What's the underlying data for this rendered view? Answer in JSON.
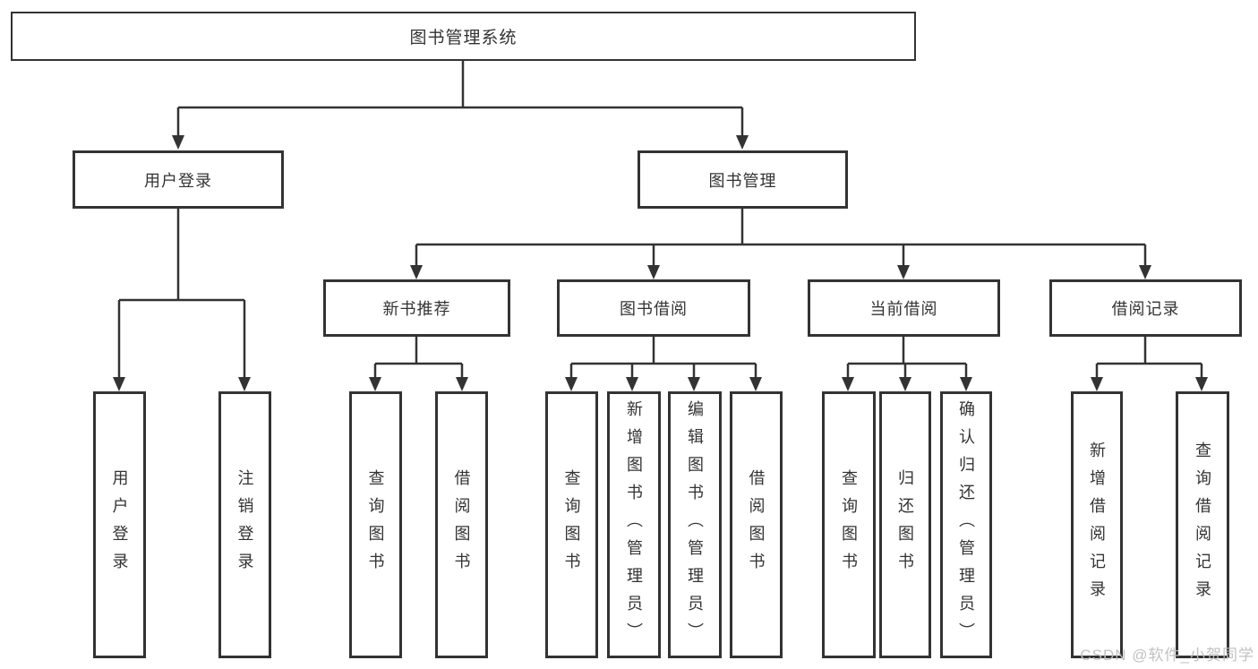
{
  "diagram": {
    "tree": {
      "root": {
        "label": "图书管理系统"
      },
      "children": [
        {
          "label": "用户登录",
          "children": [
            {
              "label": "用户登录"
            },
            {
              "label": "注销登录"
            }
          ]
        },
        {
          "label": "图书管理",
          "children": [
            {
              "label": "新书推荐",
              "children": [
                {
                  "label": "查询图书"
                },
                {
                  "label": "借阅图书"
                }
              ]
            },
            {
              "label": "图书借阅",
              "children": [
                {
                  "label": "查询图书"
                },
                {
                  "label": "新增图书（管理员）"
                },
                {
                  "label": "编辑图书（管理员）"
                },
                {
                  "label": "借阅图书"
                }
              ]
            },
            {
              "label": "当前借阅",
              "children": [
                {
                  "label": "查询图书"
                },
                {
                  "label": "归还图书"
                },
                {
                  "label": "确认归还（管理员）"
                }
              ]
            },
            {
              "label": "借阅记录",
              "children": [
                {
                  "label": "新增借阅记录"
                },
                {
                  "label": "查询借阅记录"
                }
              ]
            }
          ]
        }
      ]
    }
  },
  "watermark": {
    "text": "CSDN @软件_小贺同学",
    "color": "#bebebe"
  },
  "colors": {
    "line": "#333333",
    "text": "#333333",
    "box_border": "#333333",
    "background": "#ffffff"
  }
}
